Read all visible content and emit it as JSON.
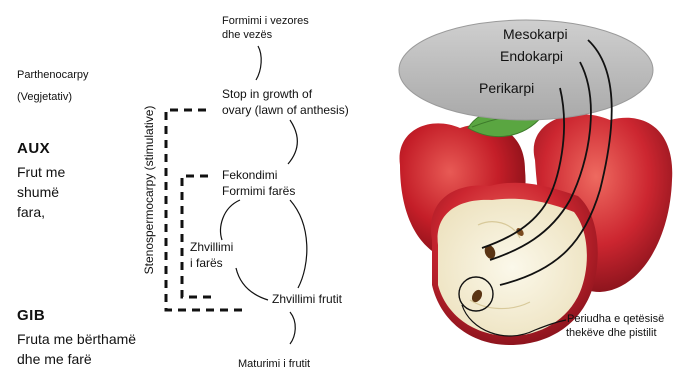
{
  "left": {
    "parthenocarpy": "Parthenocarpy",
    "parthenocarpy_sub": "(Vegjetativ)",
    "aux_title": "AUX",
    "aux_lines": [
      "Frut me",
      "shumë",
      "fara,"
    ],
    "gib_title": "GIB",
    "gib_lines": [
      "Fruta me bërthamë",
      "dhe me farë"
    ]
  },
  "vertical_label": "Stenospermocarpy (stimulative)",
  "stages": {
    "formimi": [
      "Formimi i vezores",
      "dhe vezës"
    ],
    "stop": [
      "Stop in growth of",
      "ovary (lawn of anthesis)"
    ],
    "fekondimi": [
      "Fekondimi",
      "Formimi farës"
    ],
    "zhvillimi_fares": [
      "Zhvillimi",
      "i farës"
    ],
    "zhvillimi_frutit": "Zhvillimi frutit",
    "maturimi": "Maturimi i frutit"
  },
  "apple_labels": {
    "mesokarpi": "Mesokarpi",
    "endokarpi": "Endokarpi",
    "perikarpi": "Perikarpi",
    "periudha": [
      "Periudha e qetësisë",
      "thekëve dhe pistilit"
    ]
  },
  "colors": {
    "ellipse": "#b8b8b8",
    "apple_red": "#c8202a",
    "apple_flesh": "#f6f1dc",
    "leaf": "#4f9a3a"
  }
}
